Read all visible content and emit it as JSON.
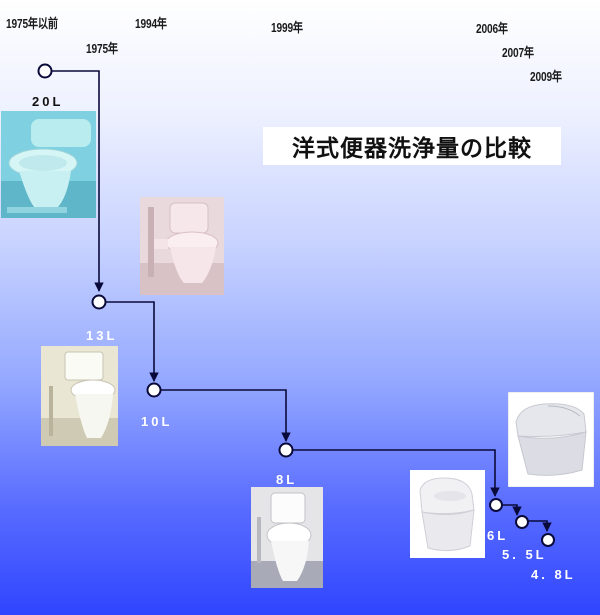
{
  "title": "洋式便器洗浄量の比較",
  "years": {
    "y1975_before": "1975年以前",
    "y1975": "1975年",
    "y1994": "1994年",
    "y1999": "1999年",
    "y2006": "2006年",
    "y2007": "2007年",
    "y2009": "2009年"
  },
  "volumes": {
    "v20": "20L",
    "v13": "13L",
    "v10": "10L",
    "v8": "8L",
    "v6": "6L",
    "v55": "5. 5L",
    "v48": "4. 8L"
  },
  "chart_data": {
    "type": "line",
    "categories": [
      "1975年以前",
      "1975年",
      "1994年",
      "1999年",
      "2006年",
      "2007年",
      "2009年"
    ],
    "series": [
      {
        "values": [
          20,
          13,
          10,
          8,
          6,
          5.5,
          4.8
        ]
      }
    ],
    "title": "洋式便器洗浄量の比較"
  },
  "colors": {
    "line": "#0a0a3a",
    "node_fill": "#ffffff",
    "title_bg": "#ffffff"
  },
  "icons": [
    "toilet-photo",
    "timeline-node"
  ]
}
